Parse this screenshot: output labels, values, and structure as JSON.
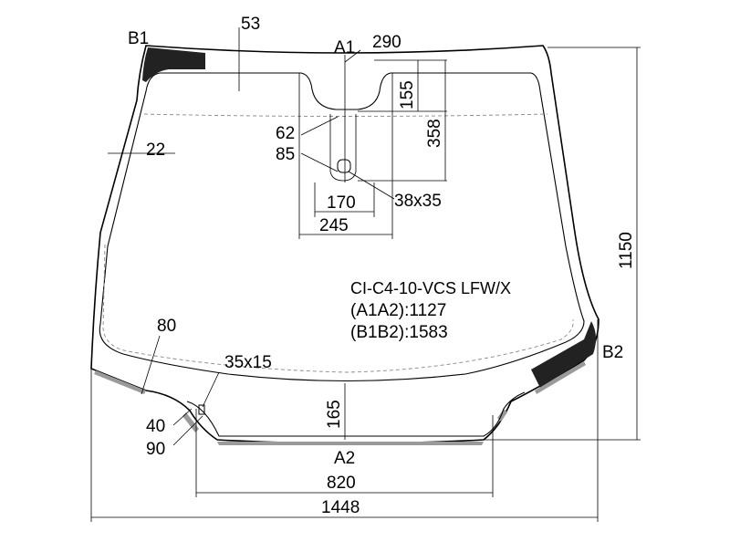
{
  "diagram": {
    "points": {
      "b1": "B1",
      "b2": "B2",
      "a1": "A1",
      "a2": "A2"
    },
    "dimensions": {
      "d53": "53",
      "d290": "290",
      "d155": "155",
      "d358": "358",
      "d62": "62",
      "d85": "85",
      "d22": "22",
      "d170": "170",
      "d245": "245",
      "d38x35": "38x35",
      "d1150": "1150",
      "d80": "80",
      "d35x15": "35x15",
      "d40": "40",
      "d90": "90",
      "d165": "165",
      "d820": "820",
      "d1448": "1448"
    },
    "info": {
      "code": "CI-C4-10-VCS LFW/X",
      "a1a2": "(A1A2):1127",
      "b1b2": "(B1B2):1583"
    }
  }
}
